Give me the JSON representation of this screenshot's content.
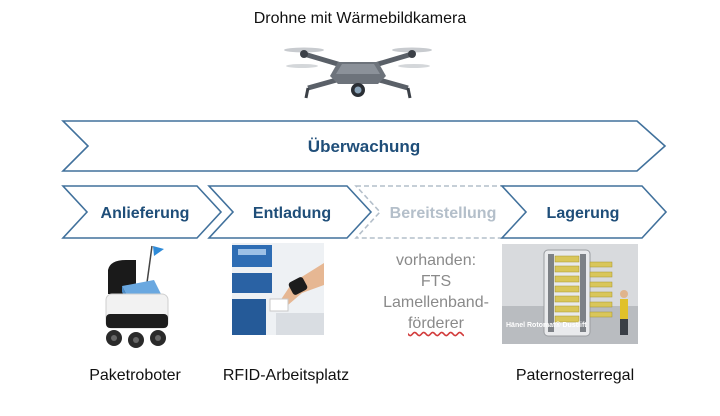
{
  "drone": {
    "title": "Drohne mit Wärmebildkamera"
  },
  "process": {
    "top": "Überwachung",
    "steps": [
      "Anlieferung",
      "Entladung",
      "Bereitstellung",
      "Lagerung"
    ]
  },
  "available": {
    "heading": "vorhanden:",
    "items": [
      "FTS",
      "Lamellenband-",
      "förderer"
    ]
  },
  "photos": {
    "robot_label": "Paketroboter",
    "rfid_label": "RFID-Arbeitsplatz",
    "paternoster_label": "Paternosterregal",
    "paternoster_caption": "Hänel Rotomat® Dustlift"
  },
  "colors": {
    "arrow_outline": "#41719c",
    "arrow_text": "#1f4e79",
    "ghost": "#b4bfca"
  }
}
